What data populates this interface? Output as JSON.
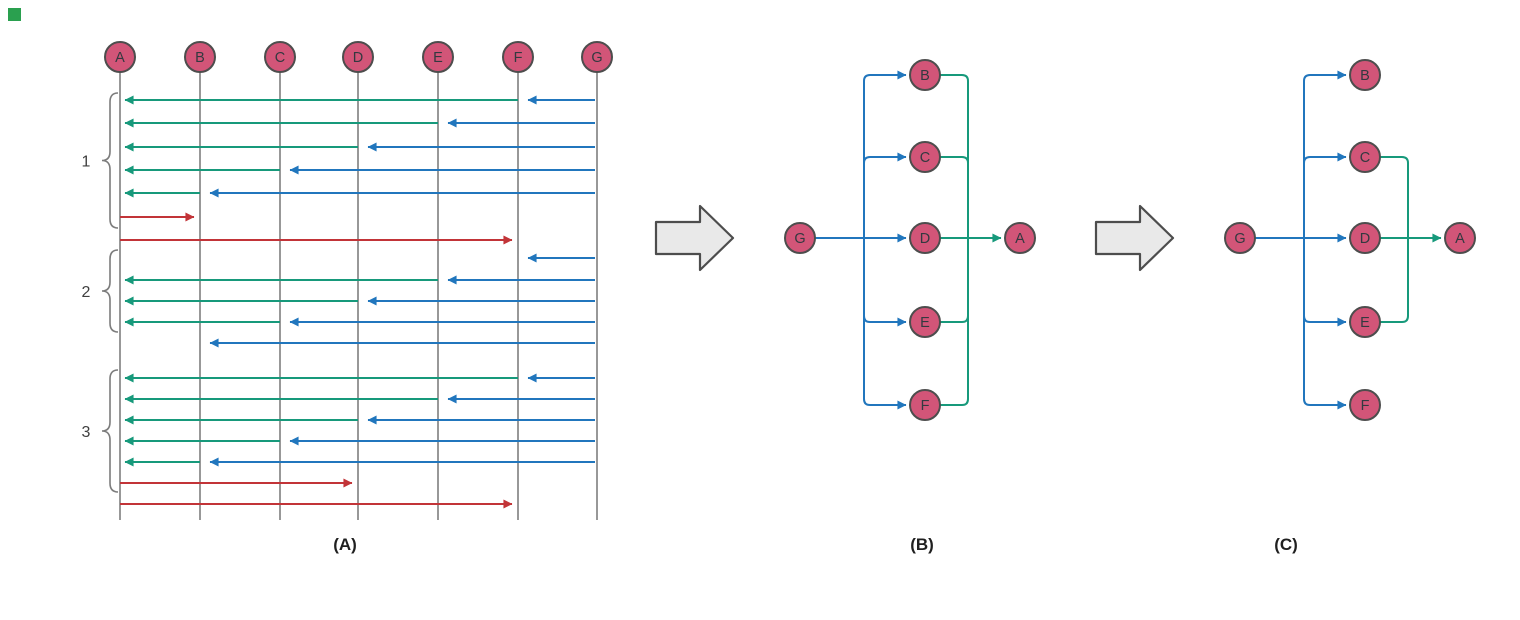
{
  "colors": {
    "node_fill": "#d25578",
    "node_stroke": "#4d4d4d",
    "node_text": "#333940",
    "lifeline": "#616161",
    "blue": "#2176bd",
    "green": "#17997b",
    "red": "#c23438",
    "brace": "#7c7c7c",
    "group_label": "#3f3f3f",
    "caption": "#1f1f1f",
    "big_arrow_fill": "#e9e9e9",
    "big_arrow_stroke": "#4d4d4d",
    "corner_marker": "#2aa04f"
  },
  "sequence_panel": {
    "caption": "(A)",
    "participants": [
      "A",
      "B",
      "C",
      "D",
      "E",
      "F",
      "G"
    ],
    "groups": [
      {
        "label": "1"
      },
      {
        "label": "2"
      },
      {
        "label": "3"
      }
    ],
    "messages": [
      {
        "arrows": [
          {
            "color": "green",
            "from": "F",
            "to": "A"
          },
          {
            "color": "blue",
            "from": "G",
            "to": "F"
          }
        ]
      },
      {
        "arrows": [
          {
            "color": "green",
            "from": "E",
            "to": "A"
          },
          {
            "color": "blue",
            "from": "G",
            "to": "E"
          }
        ]
      },
      {
        "arrows": [
          {
            "color": "green",
            "from": "D",
            "to": "A"
          },
          {
            "color": "blue",
            "from": "G",
            "to": "D"
          }
        ]
      },
      {
        "arrows": [
          {
            "color": "green",
            "from": "C",
            "to": "A"
          },
          {
            "color": "blue",
            "from": "G",
            "to": "C"
          }
        ]
      },
      {
        "arrows": [
          {
            "color": "green",
            "from": "B",
            "to": "A"
          },
          {
            "color": "blue",
            "from": "G",
            "to": "B"
          }
        ]
      },
      {
        "arrows": [
          {
            "color": "red",
            "from": "A",
            "to": "B"
          }
        ]
      },
      {
        "arrows": [
          {
            "color": "red",
            "from": "A",
            "to": "F"
          }
        ]
      },
      {
        "arrows": [
          {
            "color": "blue",
            "from": "G",
            "to": "F"
          }
        ]
      },
      {
        "arrows": [
          {
            "color": "green",
            "from": "E",
            "to": "A"
          },
          {
            "color": "blue",
            "from": "G",
            "to": "E"
          }
        ]
      },
      {
        "arrows": [
          {
            "color": "green",
            "from": "D",
            "to": "A"
          },
          {
            "color": "blue",
            "from": "G",
            "to": "D"
          }
        ]
      },
      {
        "arrows": [
          {
            "color": "green",
            "from": "C",
            "to": "A"
          },
          {
            "color": "blue",
            "from": "G",
            "to": "C"
          }
        ]
      },
      {
        "arrows": [
          {
            "color": "blue",
            "from": "G",
            "to": "B"
          }
        ]
      },
      {
        "arrows": [
          {
            "color": "green",
            "from": "F",
            "to": "A"
          },
          {
            "color": "blue",
            "from": "G",
            "to": "F"
          }
        ]
      },
      {
        "arrows": [
          {
            "color": "green",
            "from": "E",
            "to": "A"
          },
          {
            "color": "blue",
            "from": "G",
            "to": "E"
          }
        ]
      },
      {
        "arrows": [
          {
            "color": "green",
            "from": "D",
            "to": "A"
          },
          {
            "color": "blue",
            "from": "G",
            "to": "D"
          }
        ]
      },
      {
        "arrows": [
          {
            "color": "green",
            "from": "C",
            "to": "A"
          },
          {
            "color": "blue",
            "from": "G",
            "to": "C"
          }
        ]
      },
      {
        "arrows": [
          {
            "color": "green",
            "from": "B",
            "to": "A"
          },
          {
            "color": "blue",
            "from": "G",
            "to": "B"
          }
        ]
      },
      {
        "arrows": [
          {
            "color": "red",
            "from": "A",
            "to": "D"
          }
        ]
      },
      {
        "arrows": [
          {
            "color": "red",
            "from": "A",
            "to": "F"
          }
        ]
      }
    ]
  },
  "graph_panels": [
    {
      "caption": "(B)",
      "source": "G",
      "sink": "A",
      "relays": [
        "B",
        "C",
        "D",
        "E",
        "F"
      ],
      "forwarders": [
        "B",
        "C",
        "D",
        "E",
        "F"
      ]
    },
    {
      "caption": "(C)",
      "source": "G",
      "sink": "A",
      "relays": [
        "B",
        "C",
        "D",
        "E",
        "F"
      ],
      "forwarders": [
        "C",
        "D",
        "E"
      ]
    }
  ]
}
